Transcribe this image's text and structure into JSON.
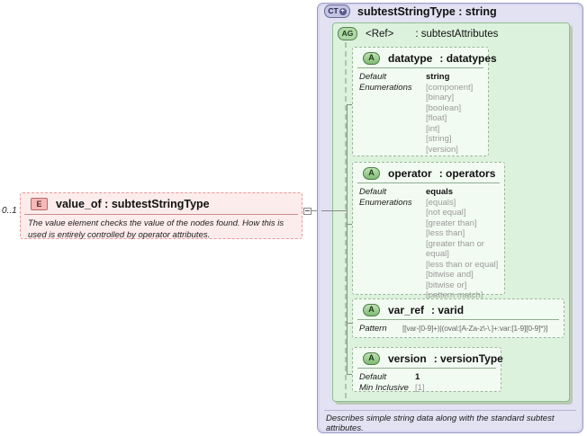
{
  "element": {
    "badge": "E",
    "badge_icon": "element-badge-icon",
    "title": "value_of : subtestStringType",
    "description": "The value element checks the value of the nodes found.  How this is used is entirely controlled by operator attributes.",
    "cardinality": "0..1",
    "expander": "minus-expander-icon"
  },
  "complex_type": {
    "badge": "CT",
    "badge_expand": "+",
    "title": "subtestStringType : string",
    "annotation": "Describes simple string data along with the standard subtest attributes."
  },
  "attribute_group": {
    "badge": "AG",
    "ref": "<Ref>",
    "type": ": subtestAttributes"
  },
  "attributes": [
    {
      "badge": "A",
      "name": "datatype",
      "type": ": datatypes",
      "facet_labels": [
        "Default",
        "Enumerations"
      ],
      "default": "string",
      "enumerations": [
        "[component]",
        "[binary]",
        "[boolean]",
        "[float]",
        "[int]",
        "[string]",
        "[version]"
      ]
    },
    {
      "badge": "A",
      "name": "operator",
      "type": ": operators",
      "facet_labels": [
        "Default",
        "Enumerations"
      ],
      "default": "equals",
      "enumerations": [
        "[equals]",
        "[not equal]",
        "[greater than]",
        "[less than]",
        "[greater than or equal]",
        "[less than or equal]",
        "[bitwise and]",
        "[bitwise or]",
        "[pattern match]"
      ]
    },
    {
      "badge": "A",
      "name": "var_ref",
      "type": ": varid",
      "facet_labels": [
        "Pattern"
      ],
      "pattern": "[[var-[0-9]+)|(oval:[A-Za-z\\-\\.]+:var:[1-9][0-9]*)]"
    },
    {
      "badge": "A",
      "name": "version",
      "type": ": versionType",
      "facet_labels": [
        "Default",
        "Min Inclusive"
      ],
      "default": "1",
      "min_inclusive": "[1]"
    }
  ],
  "colors": {
    "element_fill": "#fdecec",
    "element_border": "#e79a9a",
    "complextype_fill": "#e2e2f3",
    "complextype_border": "#9b9bc4",
    "attributegroup_fill": "#ddf2dd",
    "attributegroup_border": "#8fbf8f",
    "attribute_fill": "#f2fbf2",
    "attribute_border": "#9ab79a",
    "enum_text": "#9a9a9a"
  }
}
